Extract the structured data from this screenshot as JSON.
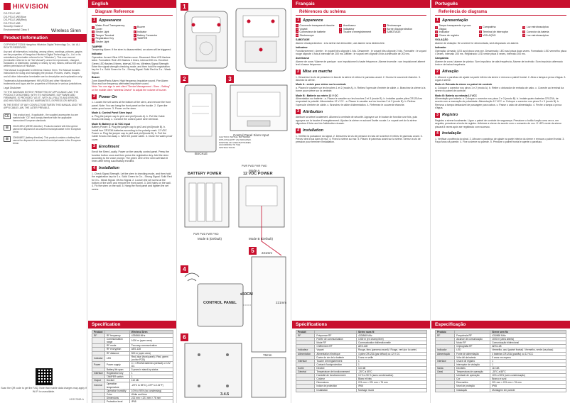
{
  "brand": {
    "logo": "HIKVISION",
    "accent": "#c8102e"
  },
  "models": [
    "DS-PS1-E-WE",
    "DS-PS1-E-WE/Blue",
    "DS-PS1-E-WB(Red)",
    "DS-PS1-E-WB",
    "Security Grade 2",
    "Environmental Class II"
  ],
  "product_title": "Wireless Siren",
  "product_info": {
    "header": "Product Information",
    "copyright": "COPYRIGHT ©2024 Hangzhou Hikvision Digital Technology Co., Ltd. ALL RIGHTS RESERVED.",
    "p1": "Any and all information, including, among others, wordings, pictures, graphs are the properties of Hangzhou Hikvision Digital Technology Co., Ltd. or its subsidiaries (hereinafter referred to be \"Hikvision\"). This user manual (hereinafter referred to be \"the Manual\") cannot be reproduced, changed, translated, or distributed, partially or wholly, by any means, without the prior written permission of Hikvision.",
    "p2": "This Manual is applicable to Wireless Outdoor Siren. The Manual includes instructions for using and managing the product. Pictures, charts, images and all other information hereinafter are for description and explanation only.",
    "trademark": "Trademarks Acknowledgement: HIKVISION and other Hikvision's trademarks and logos are the properties of Hikvision in various jurisdictions.",
    "legal": "Legal Disclaimer",
    "p3": "TO THE MAXIMUM EXTENT PERMITTED BY APPLICABLE LAW, THE PRODUCT DESCRIBED, WITH ITS HARDWARE, SOFTWARE AND FIRMWARE, IS PROVIDED \"AS IS\", WITH ALL FAULTS AND ERRORS, AND HIKVISION MAKES NO WARRANTIES, EXPRESS OR IMPLIED.",
    "p4": "IN THE EVENT OF ANY CONFLICTS BETWEEN THIS MANUAL AND THE APPLICABLE LAW, THE LATER PREVAILS.",
    "ce": "This product and - if applicable - the supplied accessories too are marked with \"CE\" and comply therefore with the applicable harmonized European standards.",
    "weee": "2012/19/EU (WEEE directive): Products marked with this symbol cannot be disposed of as unsorted municipal waste in the European Union.",
    "battery": "2006/66/EC (battery directive): This product contains a battery that cannot be disposed of as unsorted municipal waste in the European Union.",
    "qr_caption": "Scan the QR code to get the FAQ. Note that mobile data charges may apply if Wi-Fi is unavailable.",
    "doc_id": "UD33756B-A"
  },
  "english": {
    "lang": "English",
    "diagram_ref": "Diagram Reference",
    "s1": "Appearance",
    "legend": [
      "Water-Proof Transparency Cover",
      "Buzzer",
      "Strobe Light",
      "Indicator",
      "Tamper Terminal",
      "Battery Connector",
      "Registration Key",
      "TAMPER",
      "Strobe Light"
    ],
    "tamper_title": "TAMPER",
    "tamper_text": "Tampering Alarm: if the siren is disassembled, an alarm will be triggered.",
    "indicator_title": "Indicator",
    "indicator_text": "Operation: Armed: Blue LED flashes once. Disarmed: Blue LED flashes twice. Formatted: Red LED flashes 4 times, interval 200 ms. Enrolled: Green LED flashes 8 times, interval 200 ms. Wireless Signal Strength: Enter the signal strength checking mode, and then hold the registration key for 1 s. Solid Green for 3 s - Strong Signal. Solid Red for 3 s - Weak Signal.",
    "buzzer_title": "Buzzer",
    "buzzer_text": "Zone Alarm/Panic Alarm: High frequency impulsive sound. Fire Alarm: Slow and low frequency alternated impulsive sound.",
    "note1": "Note: You can sign in web client \"Device Management - Siren - Setting\" or the mobile client \"wireless Device\" to adjust the volume of buzzer.",
    "s2": "Power On",
    "power_text": "1. Loosen the set screw at the bottom of the siren, and remove the front panel. Note: You can hang the front panel on the buckle. 2. Open the water-proof cover. 3. Power on the siren.",
    "mode_a": "Mode A: Control Panel Siren Input",
    "mode_a_text": "a. Plug the jumper cap to pin1 and pin2(mode A). b. Pull the Cable Knock-Out away. c. Connect the control panel siren terminal.",
    "mode_b": "Mode B: Battery or 12 VDC Input",
    "mode_b_text": "Battery Power: a. Plug the jumper cap to pin2 and pin3(mode B). b. Install four CR123A batteries according to the polarity mark. 12 VDC Power: a. Plug the jumper cap to pin2 and pin3(mode B). b. Pull the Cable Knock-Out away. c. Wire the power cable. 4. Close the water-proof cover.",
    "s3": "Enrollment",
    "enroll_text": "Enroll the Siren Locally. Power on the security control panel. Press the function button once and then press the registration key. Add the siren according to the voice prompt. The green LED of the siren will flash 8 times after being successfully enrolled.",
    "s4": "Installation",
    "install_text": "1. Check Signal Strength. Let the siren in checking mode, and then hold the registration key for 1 s. Solid Green for 3 s - Strong Signal. Solid Red for 3 s - Weak Signal. Off-No Signal. 2. Loosen the set screw at the bottom of the siren and remove the front panel. 3. Drill holes on the wall. 4. Fix the siren on the wall. 5. Hang the front panel and tighten the set screw.",
    "spec_header": "Specification"
  },
  "spec": {
    "headers": [
      "Product",
      "",
      "Wireless Siren"
    ],
    "rows": [
      [
        "RF",
        "RF frequency",
        "433/868 MHz"
      ],
      [
        "",
        "Communication range",
        "1000 m (open area)"
      ],
      [
        "",
        "RF mode",
        "Two-way communication"
      ],
      [
        "",
        "RF encryption",
        "AES-128"
      ],
      [
        "",
        "RF distance",
        "500 m (open area)"
      ],
      [
        "Indicator",
        "LED",
        "Red, blue (front panel) / Red, green (on the PCB)"
      ],
      [
        "Power",
        "Power supply",
        "4 × CR123A batteries (default) or 12V DC"
      ],
      [
        "",
        "Battery life span",
        "5 years in stand-by status"
      ],
      [
        "Interface",
        "Registration key",
        "1"
      ],
      [
        "",
        "TAMPER switch",
        "1"
      ],
      [
        "Output",
        "Decibel",
        "110 dB"
      ],
      [
        "General",
        "Operation temperature",
        "-25°C to 55°C (-13°F to 131°F)"
      ],
      [
        "",
        "Operation humidity",
        "10% to 90% (no condensing)"
      ],
      [
        "",
        "Color",
        "White and blue"
      ],
      [
        "",
        "Dimensions",
        "221 mm × 221 mm × 76 mm"
      ],
      [
        "",
        "Protection level",
        "IP65"
      ],
      [
        "",
        "Installation",
        "Wall mounting"
      ]
    ]
  },
  "diagram": {
    "buckle": "BUCKLE",
    "caution": "CAUTION: INSTALL BATTERIES WITH POLARITY AS INDICATED. DISPOSE OF USED BATTERIES ACCORDING TO THE INSTRUCTIONS",
    "control_panel_siren_input": "Control Panel Siren Input",
    "pwr_pwd_mode_a": "PWR PWD PWR PWD",
    "mode_a": "Mode A",
    "mode_b_default": "Mode B (Default)",
    "battery_power": "BATTERY POWER",
    "vdc_power": "12 VDC POWER",
    "pins": "PWR PWD PWR PWD",
    "control_panel": "CONTROL PANEL",
    "range": "≤50CM",
    "dim_w": "221mm",
    "dim_h": "221mm",
    "dim_d": "76mm",
    "panels": [
      "1",
      "2",
      "3",
      "4",
      "5",
      "6"
    ],
    "screws": "3.4.5"
  },
  "french": {
    "lang": "Français",
    "diagram_ref": "Références du schéma",
    "s1": "Apparence",
    "legend": [
      "Couvercle transparent étanche",
      "Avertisseur",
      "Stroboscope",
      "Voyant",
      "Indicateur",
      "Borne d'autoprotection",
      "Connecteur de batterie",
      "Touche d'enregistrement",
      "SABOTAGE",
      "Stroboscope"
    ],
    "tamper_title": "SABOTAGE",
    "tamper_text": "Alarme d'autoprotection : si la sirène est démontée, une alarme sera déclenchée.",
    "indicator_title": "Indicateur",
    "indicator_text": "Fonctionnement : Armée : le voyant bleu clignote 1 fois. Désarmée : le voyant bleu clignote 2 fois. Formatée : le voyant rouge clignote 4 fois à intervalle de 200 ms. Affiliée : le voyant vert clignote 8 fois à intervalle de 200 ms.",
    "buzzer_title": "Avertisseur",
    "buzzer_text": "Alarme de zone / Alarme de panique : son impulsionnel à haute fréquence. Alarme incendie : son impulsionnel alterné lent à basse fréquence.",
    "s2": "Mise en marche",
    "power_text": "1. Desserrez la vis de pression en bas de la sirène et retirez le panneau avant. 2. Ouvrez le couvercle étanche. 3. Allumez la sirène.",
    "mode_a": "Mode A : entrée pour sirène sur la centrale",
    "mode_a_text": "a. Placez le cavalier sur les broches 1 et 2 (mode A). b. Retirez l'opercule d'entrée de câble. c. Branchez la sirène à la borne pour sirène sur la centrale.",
    "mode_b": "Mode B : Batterie ou entrée 12 V CC",
    "mode_b_text": "Alimentation sur batterie : a. Placez le cavalier sur les broches 2 et 3 (mode B). b. Installez quatre piles CR123A en respectant la polarité. Alimentation 12 V CC : a. Placez le cavalier sur les broches 2 et 3 (mode B). b. Retirez l'opercule d'entrée de câble. c. Branchez le câble d'alimentation. 4. Refermez le couvercle étanche.",
    "s3": "Attribution",
    "enroll_text": "Attribuer la sirène localement. Allumez la centrale de sécurité. Appuyez sur le bouton de fonction une fois, puis appuyez sur la touche d'enregistrement. Ajoutez la sirène en suivant l'invite vocale. Le voyant vert de la sirène clignotera 8 fois une fois l'attribution réussie.",
    "s4": "Installation",
    "install_text": "1. Vérifiez la puissance du signal. 2. Desserrez la vis de pression en bas de la sirène et retirez le panneau avant. 3. Percez des trous dans le mur. 4. Fixez la sirène au mur. 5. Placez le panneau avant sur la sirène. Serrez la vis de pression pour terminer l'installation.",
    "spec_header": "Spécifications",
    "spec_headers": [
      "Produit",
      "",
      "Sirène sans fil"
    ],
    "spec_rows": [
      [
        "RF",
        "Fréquence RF",
        "433/868 MHz"
      ],
      [
        "",
        "Portée de communication",
        "1000 m (en champ libre)"
      ],
      [
        "",
        "Mode RF",
        "Communication bidirectionnelle"
      ],
      [
        "",
        "Chiffrement RF",
        "AES-128"
      ],
      [
        "Indicateur",
        "Voyant",
        "Rouge, bleu (panneau avant) / Rouge, vert (sur la carte)"
      ],
      [
        "Alimentation",
        "Alimentation électrique",
        "4 piles CR123A (par défaut) ou 12 V CC"
      ],
      [
        "",
        "Durée de vie de la batterie",
        "5 ans en veille"
      ],
      [
        "Interface",
        "Touche d'enregistrement",
        "1"
      ],
      [
        "",
        "Contact d'autoprotection",
        "1"
      ],
      [
        "Sortie",
        "Décibel",
        "110 dB"
      ],
      [
        "Général",
        "Température de fonctionnement",
        "-25°C à 55°C"
      ],
      [
        "",
        "Humidité de fonctionnement",
        "10 % à 90 % (sans condensation)"
      ],
      [
        "",
        "Couleur",
        "Blanc et bleu"
      ],
      [
        "",
        "Dimensions",
        "221 mm × 221 mm × 76 mm"
      ],
      [
        "",
        "Indice de protection",
        "IP65"
      ],
      [
        "",
        "Installation",
        "Montage mural"
      ]
    ]
  },
  "portuguese": {
    "lang": "Português",
    "diagram_ref": "Referência do diagrama",
    "s1": "Apresentação",
    "legend": [
      "Tampa transparente à prova d'água",
      "Campainha",
      "Luz estroboscópica",
      "Indicador",
      "Terminal de interruptor",
      "Conector da bateria",
      "Chave de registro",
      "VIOLAÇÃO",
      "Luz estroboscópica"
    ],
    "tamper_title": "VIOLAÇÃO",
    "tamper_text": "Alarme de violação: Se a sirene for desmontada, será disparado um alarme.",
    "indicator_title": "Indicador",
    "indicator_text": "Operação: Armado: LED azul pisca uma vez. Desarmado: LED azul pisca duas vezes. Formatado: LED vermelho pisca 4 vezes, intervalo 200 ms. Registrado: LED verde pisca 8 vezes, intervalo 200 ms.",
    "buzzer_title": "Campainha",
    "buzzer_text": "Alarme de zona / alarme de pânico: Som impulsivo de alta frequência. Alarme de incêndio: Som impulsivo alternado lento e de baixa frequência.",
    "s2": "Ativação",
    "power_text": "1. Afrouxe o parafuso de ajuste na parte inferior da sirene e remova o painel frontal. 2. Abra a tampa à prova d'água. 3. Ligue a sirene.",
    "mode_a": "Modo A: Entrada da sirene no painel de controle",
    "mode_a_text": "a. Coloque o conector nos pinos 1 e 2 (modo A). b. Retire o obturador de entrada de cabo. c. Conecte ao terminal da sirene no painel de controle.",
    "mode_b": "Modo B: Bateria ou entrada 12 VCC",
    "mode_b_text": "Alimentação por bateria: a. Coloque o conector nos pinos 2 e 3 (modo B). b. Instale quatro baterias CR123A, de acordo com a marcação de polaridade. Alimentação 12 VCC: a. Coloque o conector nos pinos 2 e 3 (modo B). b. Remova a tampa destacável de passagem para cabos. c. Passe o cabo de alimentação. 4. Feche a tampa à prova d'água.",
    "s3": "Registro",
    "enroll_text": "Registro a sirene localmente. Ligue o painel de controle de segurança. Pressione o botão função uma vez e, em seguida, pressione a tecla de registro. Adicione a sirene de acordo com o comando de voz. O LED verde da sirene piscará 8 vezes após ser registrado com sucesso.",
    "s4": "Instalação",
    "install_text": "1. Verificar a potência do sinal. 2. Afrouxe o parafuso de ajuste na parte inferior da sirene e remova o painel frontal. 3. Faça furos na parede. 4. Fixe a sirene na parede. 5. Pendure o painel frontal e aperte o parafuso.",
    "spec_header": "Especificação",
    "spec_headers": [
      "Produto",
      "",
      "Sirene sem fio"
    ],
    "spec_rows": [
      [
        "RF",
        "Frequência RF",
        "433/868 MHz"
      ],
      [
        "",
        "Alcance de comunicação",
        "1000 m (área aberta)"
      ],
      [
        "",
        "Modo RF",
        "Comunicação bidirecional"
      ],
      [
        "",
        "Criptografia RF",
        "AES-128"
      ],
      [
        "Indicador",
        "LED",
        "Vermelho, azul (painel frontal) / Vermelho, verde (na placa)"
      ],
      [
        "Alimentação",
        "Fonte de alimentação",
        "4 baterias CR123A (padrão) ou 12 VCC"
      ],
      [
        "",
        "Vida útil da bateria",
        "5 anos em espera"
      ],
      [
        "Interface",
        "Chave de registro",
        "1"
      ],
      [
        "",
        "Interruptor de violação",
        "1"
      ],
      [
        "Saída",
        "Decibéis",
        "110 dB"
      ],
      [
        "Geral",
        "Temperatura de operação",
        "-25°C a 55°C"
      ],
      [
        "",
        "Umidade de operação",
        "10% a 90% (sem condensação)"
      ],
      [
        "",
        "Cor",
        "Branco e azul"
      ],
      [
        "",
        "Dimensões",
        "221 mm × 221 mm × 76 mm"
      ],
      [
        "",
        "Nível de proteção",
        "IP65"
      ],
      [
        "",
        "Instalação",
        "Montagem em parede"
      ]
    ]
  }
}
